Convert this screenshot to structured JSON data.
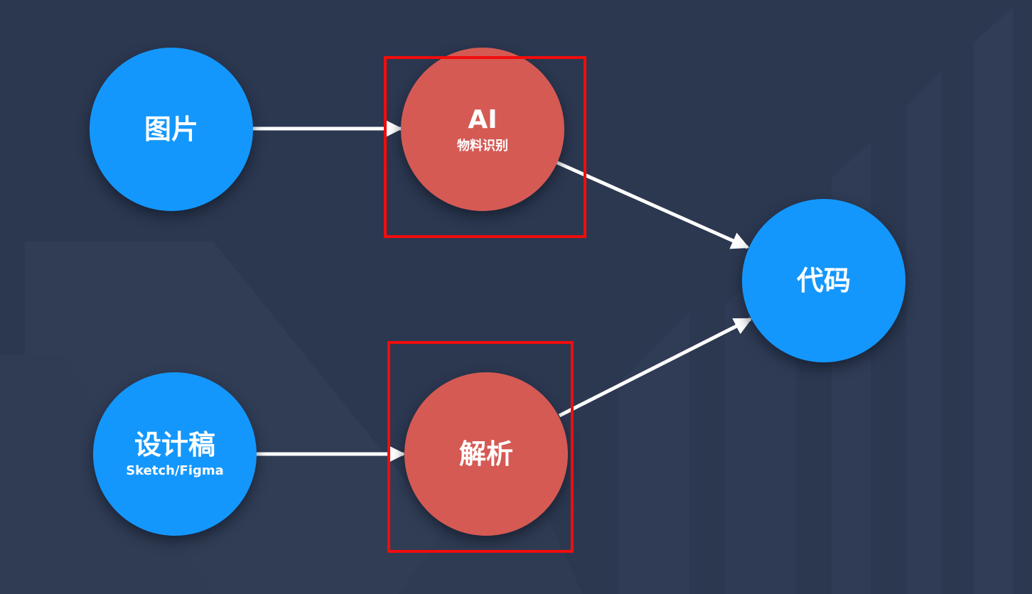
{
  "nodes": {
    "image": {
      "main": "图片",
      "sub": ""
    },
    "ai": {
      "main": "AI",
      "sub": "物料识别"
    },
    "design": {
      "main": "设计稿",
      "sub": "Sketch/Figma"
    },
    "parse": {
      "main": "解析",
      "sub": ""
    },
    "code": {
      "main": "代码",
      "sub": ""
    }
  },
  "colors": {
    "background": "#2c3850",
    "node_blue": "#1497fc",
    "node_red": "#d55a54",
    "highlight_border": "#f20c0c",
    "arrow": "#ffffff"
  }
}
